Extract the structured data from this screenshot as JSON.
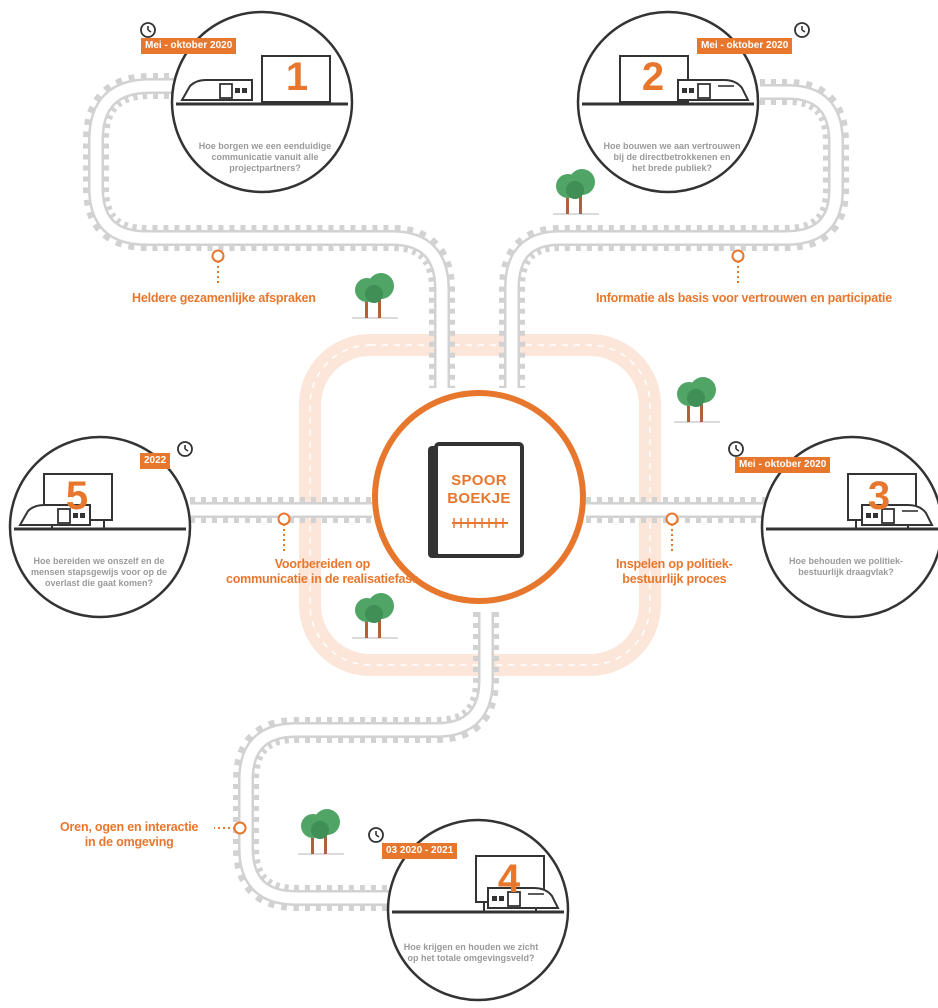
{
  "center": {
    "line1": "SPOOR",
    "line2": "BOEKJE"
  },
  "stations": [
    {
      "number": "1",
      "date": "Mei - oktober 2020",
      "question": [
        "Hoe borgen we een eenduidige",
        "communicatie vanuit alle",
        "projectpartners?"
      ]
    },
    {
      "number": "2",
      "date": "Mei - oktober 2020",
      "question": [
        "Hoe bouwen we aan vertrouwen",
        "bij de directbetrokkenen en",
        "het brede publiek?"
      ]
    },
    {
      "number": "3",
      "date": "Mei - oktober 2020",
      "question": [
        "Hoe behouden we politiek-",
        "bestuurlijk draagvlak?"
      ]
    },
    {
      "number": "4",
      "date": "03 2020 - 2021",
      "question": [
        "Hoe krijgen en houden we zicht",
        "op het totale omgevingsveld?"
      ]
    },
    {
      "number": "5",
      "date": "2022",
      "question": [
        "Hoe bereiden we onszelf en de",
        "mensen stapsgewijs voor op de",
        "overlast die gaat komen?"
      ]
    }
  ],
  "labels": {
    "l1": [
      "Heldere gezamenlijke afspraken"
    ],
    "l2": [
      "Informatie als basis voor vertrouwen en participatie"
    ],
    "l3": [
      "Inspelen op politiek-",
      "bestuurlijk proces"
    ],
    "l4": [
      "Oren, ogen en interactie",
      "in de omgeving"
    ],
    "l5": [
      "Voorbereiden op",
      "communicatie in de realisatiefase"
    ]
  },
  "colors": {
    "accent": "#e8772e",
    "track": "#d2d2d2",
    "ring": "#fbe6d9",
    "ink": "#333333",
    "tree": "#4fa466",
    "trunk": "#b0603a"
  }
}
